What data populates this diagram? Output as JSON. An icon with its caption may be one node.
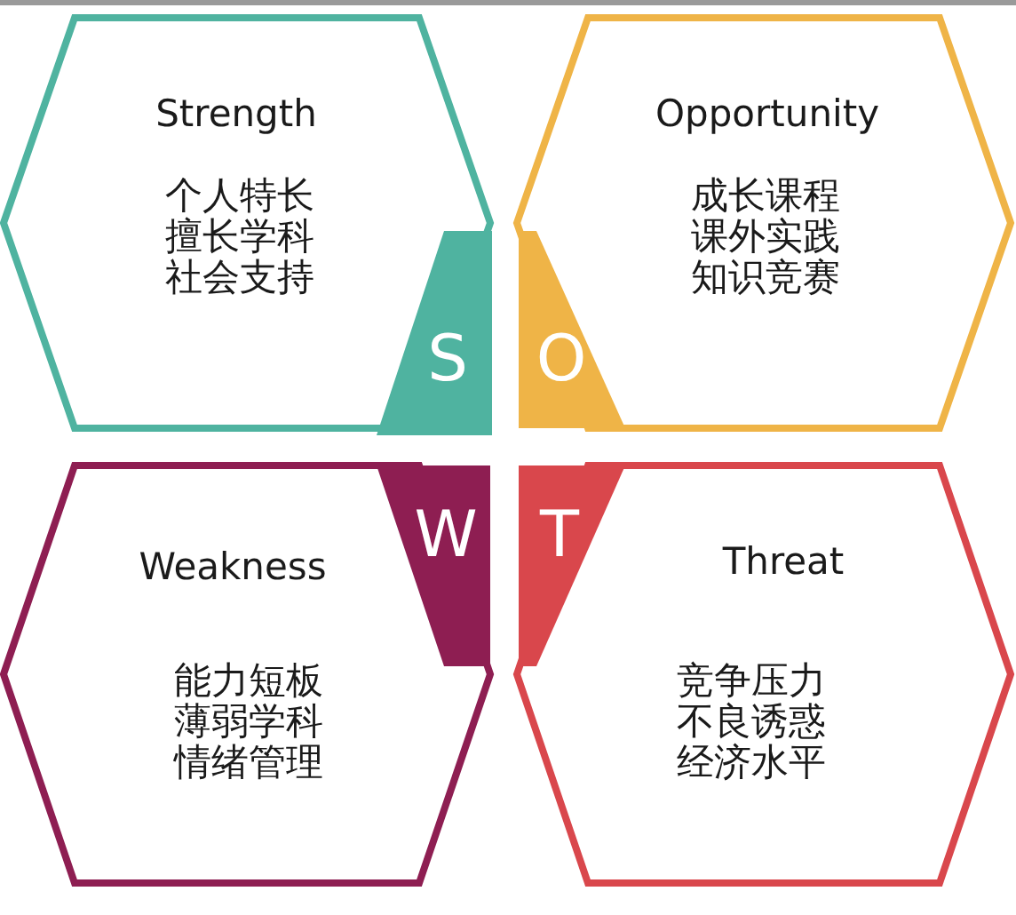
{
  "diagram": {
    "nodes": [
      {
        "text": [
          "Strength",
          "个人特长擅长学科社会支持"
        ]
      },
      {
        "text": [
          "Opportunity",
          "成长课程课外实践知识竞赛"
        ]
      },
      {
        "text": [
          "S"
        ],
        "in": 0
      },
      {
        "text": [
          "O"
        ],
        "in": 1
      },
      {
        "text": [
          "W"
        ],
        "in": 6
      },
      {
        "text": [
          "T"
        ],
        "in": 7
      },
      {
        "text": [
          "Weakness",
          "能力短板薄弱学科情绪管理"
        ]
      },
      {
        "text": [
          "Threat",
          "竞争压力不良诱惑经济水平"
        ]
      }
    ],
    "edges": []
  }
}
